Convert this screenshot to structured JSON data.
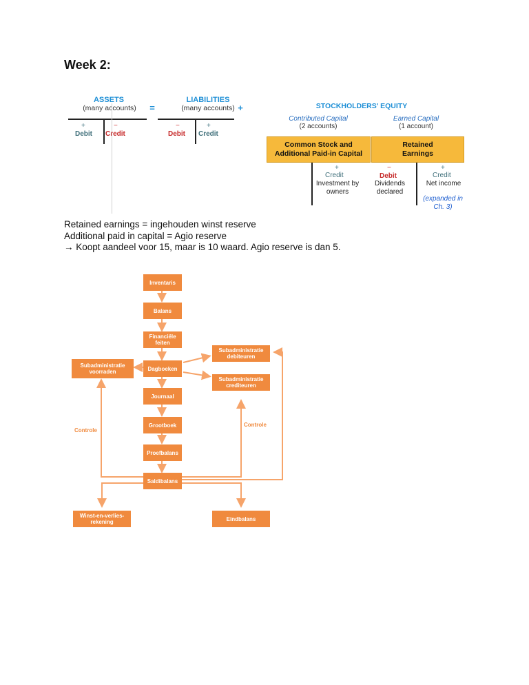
{
  "page": {
    "heading": "Week 2:"
  },
  "equation": {
    "assets": {
      "title": "ASSETS",
      "sub": "(many accounts)",
      "plus": "+",
      "minus": "−",
      "debit": "Debit",
      "credit": "Credit"
    },
    "equals": "=",
    "liabilities": {
      "title": "LIABILITIES",
      "sub": "(many accounts)",
      "plus_after": "+",
      "minus": "−",
      "plus": "+",
      "debit": "Debit",
      "credit": "Credit"
    },
    "equity": {
      "title": "STOCKHOLDERS' EQUITY",
      "contributed": {
        "title": "Contributed Capital",
        "sub": "(2 accounts)",
        "box_line1": "Common Stock and",
        "box_line2": "Additional Paid-in Capital",
        "plus": "+",
        "credit": "Credit",
        "desc_line1": "Investment by",
        "desc_line2": "owners"
      },
      "earned": {
        "title": "Earned Capital",
        "sub": "(1 account)",
        "box_line1": "Retained",
        "box_line2": "Earnings",
        "minus": "−",
        "debit": "Debit",
        "debit_desc_line1": "Dividends",
        "debit_desc_line2": "declared",
        "plus": "+",
        "credit": "Credit",
        "credit_desc": "Net income",
        "note_line1": "(expanded in",
        "note_line2": "Ch. 3)"
      }
    }
  },
  "notes": [
    "Retained earnings = ingehouden winst reserve",
    "Additional paid in capital = Agio reserve",
    "→ Koopt aandeel voor 15, maar is 10 waard. Agio reserve is dan 5."
  ],
  "flowchart": {
    "boxes": {
      "inventaris": "Inventaris",
      "balans": "Balans",
      "financiele": "Financiële feiten",
      "dagboeken": "Dagboeken",
      "journaal": "Journaal",
      "grootboek": "Grootboek",
      "proefbalans": "Proefbalans",
      "saldibalans": "Saldibalans",
      "voorraden_1": "Subadministratie",
      "voorraden_2": "voorraden",
      "debiteuren_1": "Subadministratie",
      "debiteuren_2": "debiteuren",
      "crediteuren_1": "Subadministratie",
      "crediteuren_2": "crediteuren",
      "wv_1": "Winst-en-verlies-",
      "wv_2": "rekening",
      "eindbalans": "Eindbalans"
    },
    "controle_left": "Controle",
    "controle_right": "Controle",
    "color": "#f08a3e"
  }
}
